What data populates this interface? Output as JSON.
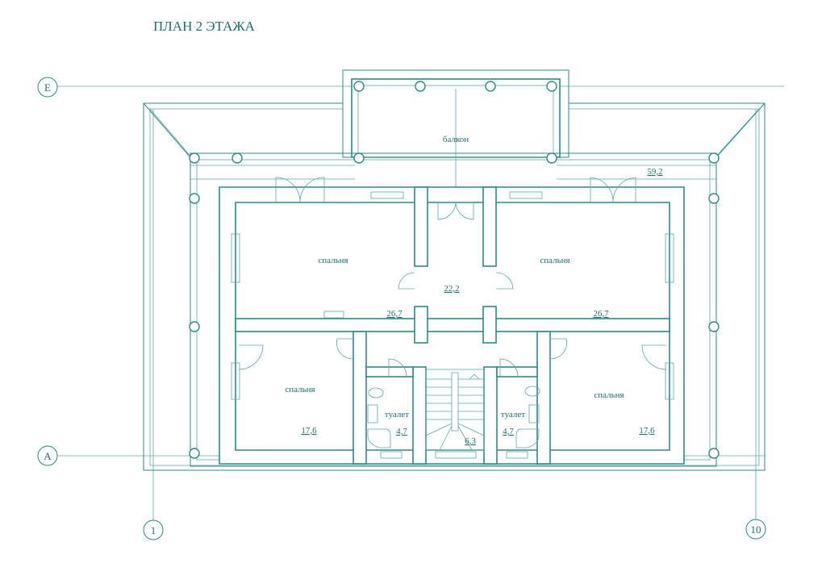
{
  "title": "ПЛАН 2 ЭТАЖА",
  "axes": {
    "top": "Е",
    "bottom": "А",
    "left": "1",
    "right": "10"
  },
  "rooms": {
    "balcony": {
      "label": "балкон"
    },
    "terrace": {
      "area": "59,2"
    },
    "bedroom_nw": {
      "label": "спальня",
      "area": "26,7"
    },
    "bedroom_ne": {
      "label": "спальня",
      "area": "26,7"
    },
    "hall": {
      "area": "22,2"
    },
    "bedroom_sw": {
      "label": "спальня",
      "area": "17,6"
    },
    "bedroom_se": {
      "label": "спальня",
      "area": "17,6"
    },
    "toilet_w": {
      "label": "туалет",
      "area": "4,7"
    },
    "toilet_e": {
      "label": "туалет",
      "area": "4,7"
    },
    "stair": {
      "area": "6,3"
    }
  },
  "colors": {
    "line": "#2a8a8c",
    "text": "#1f6f72"
  }
}
